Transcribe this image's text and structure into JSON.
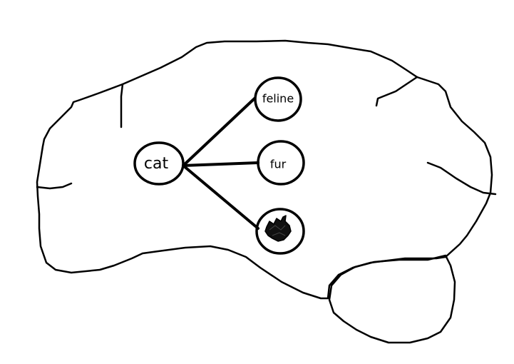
{
  "diagram": {
    "nodes": {
      "center": {
        "label": "cat"
      },
      "top": {
        "label": "feline"
      },
      "middle": {
        "label": "fur"
      },
      "bottom": {
        "label": "",
        "icon": "cat-silhouette-icon"
      }
    },
    "edges": [
      {
        "from": "cat",
        "to": "feline"
      },
      {
        "from": "cat",
        "to": "fur"
      },
      {
        "from": "cat",
        "to": "cat-silhouette"
      }
    ],
    "colors": {
      "ink": "#000000",
      "background": "#ffffff"
    }
  }
}
